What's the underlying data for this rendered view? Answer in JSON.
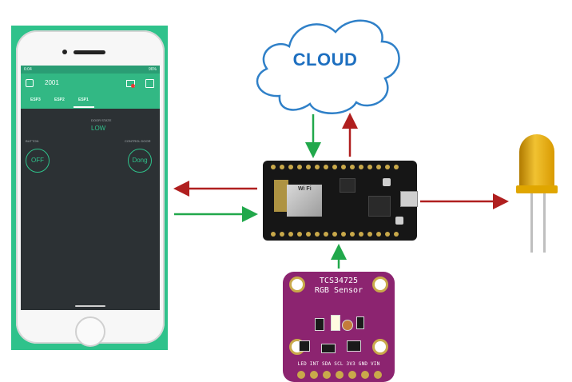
{
  "phone": {
    "status_time": "6:04",
    "status_battery": "96%",
    "app_title": "2001",
    "tabs": [
      "ESP3",
      "ESP2",
      "ESP1"
    ],
    "active_tab": "ESP1",
    "door_state_label": "DOOR STATE",
    "door_state_value": "LOW",
    "button_label": "BUTTON",
    "button_value": "OFF",
    "control_door_label": "CONTROL DOOR",
    "control_door_value": "Dong"
  },
  "cloud": {
    "label": "CLOUD"
  },
  "board": {
    "wifi_label": "Wi Fi"
  },
  "sensor": {
    "title": "TCS34725",
    "subtitle": "RGB Sensor",
    "pins": [
      "LED",
      "INT",
      "SDA",
      "SCL",
      "3V3",
      "GND",
      "VIN"
    ],
    "pins_text": "LED INT SDA SCL 3V3 GND VIN"
  },
  "colors": {
    "arrow_green": "#21a84b",
    "arrow_red": "#b01f1f",
    "phone_green": "#2fc28b",
    "cloud_text": "#1d6fc0",
    "led_yellow": "#f1c232",
    "sensor_purple": "#8c2470"
  },
  "icons": [
    "cloud-icon",
    "nodemcu-board",
    "tcs34725-sensor",
    "yellow-led",
    "smartphone"
  ]
}
